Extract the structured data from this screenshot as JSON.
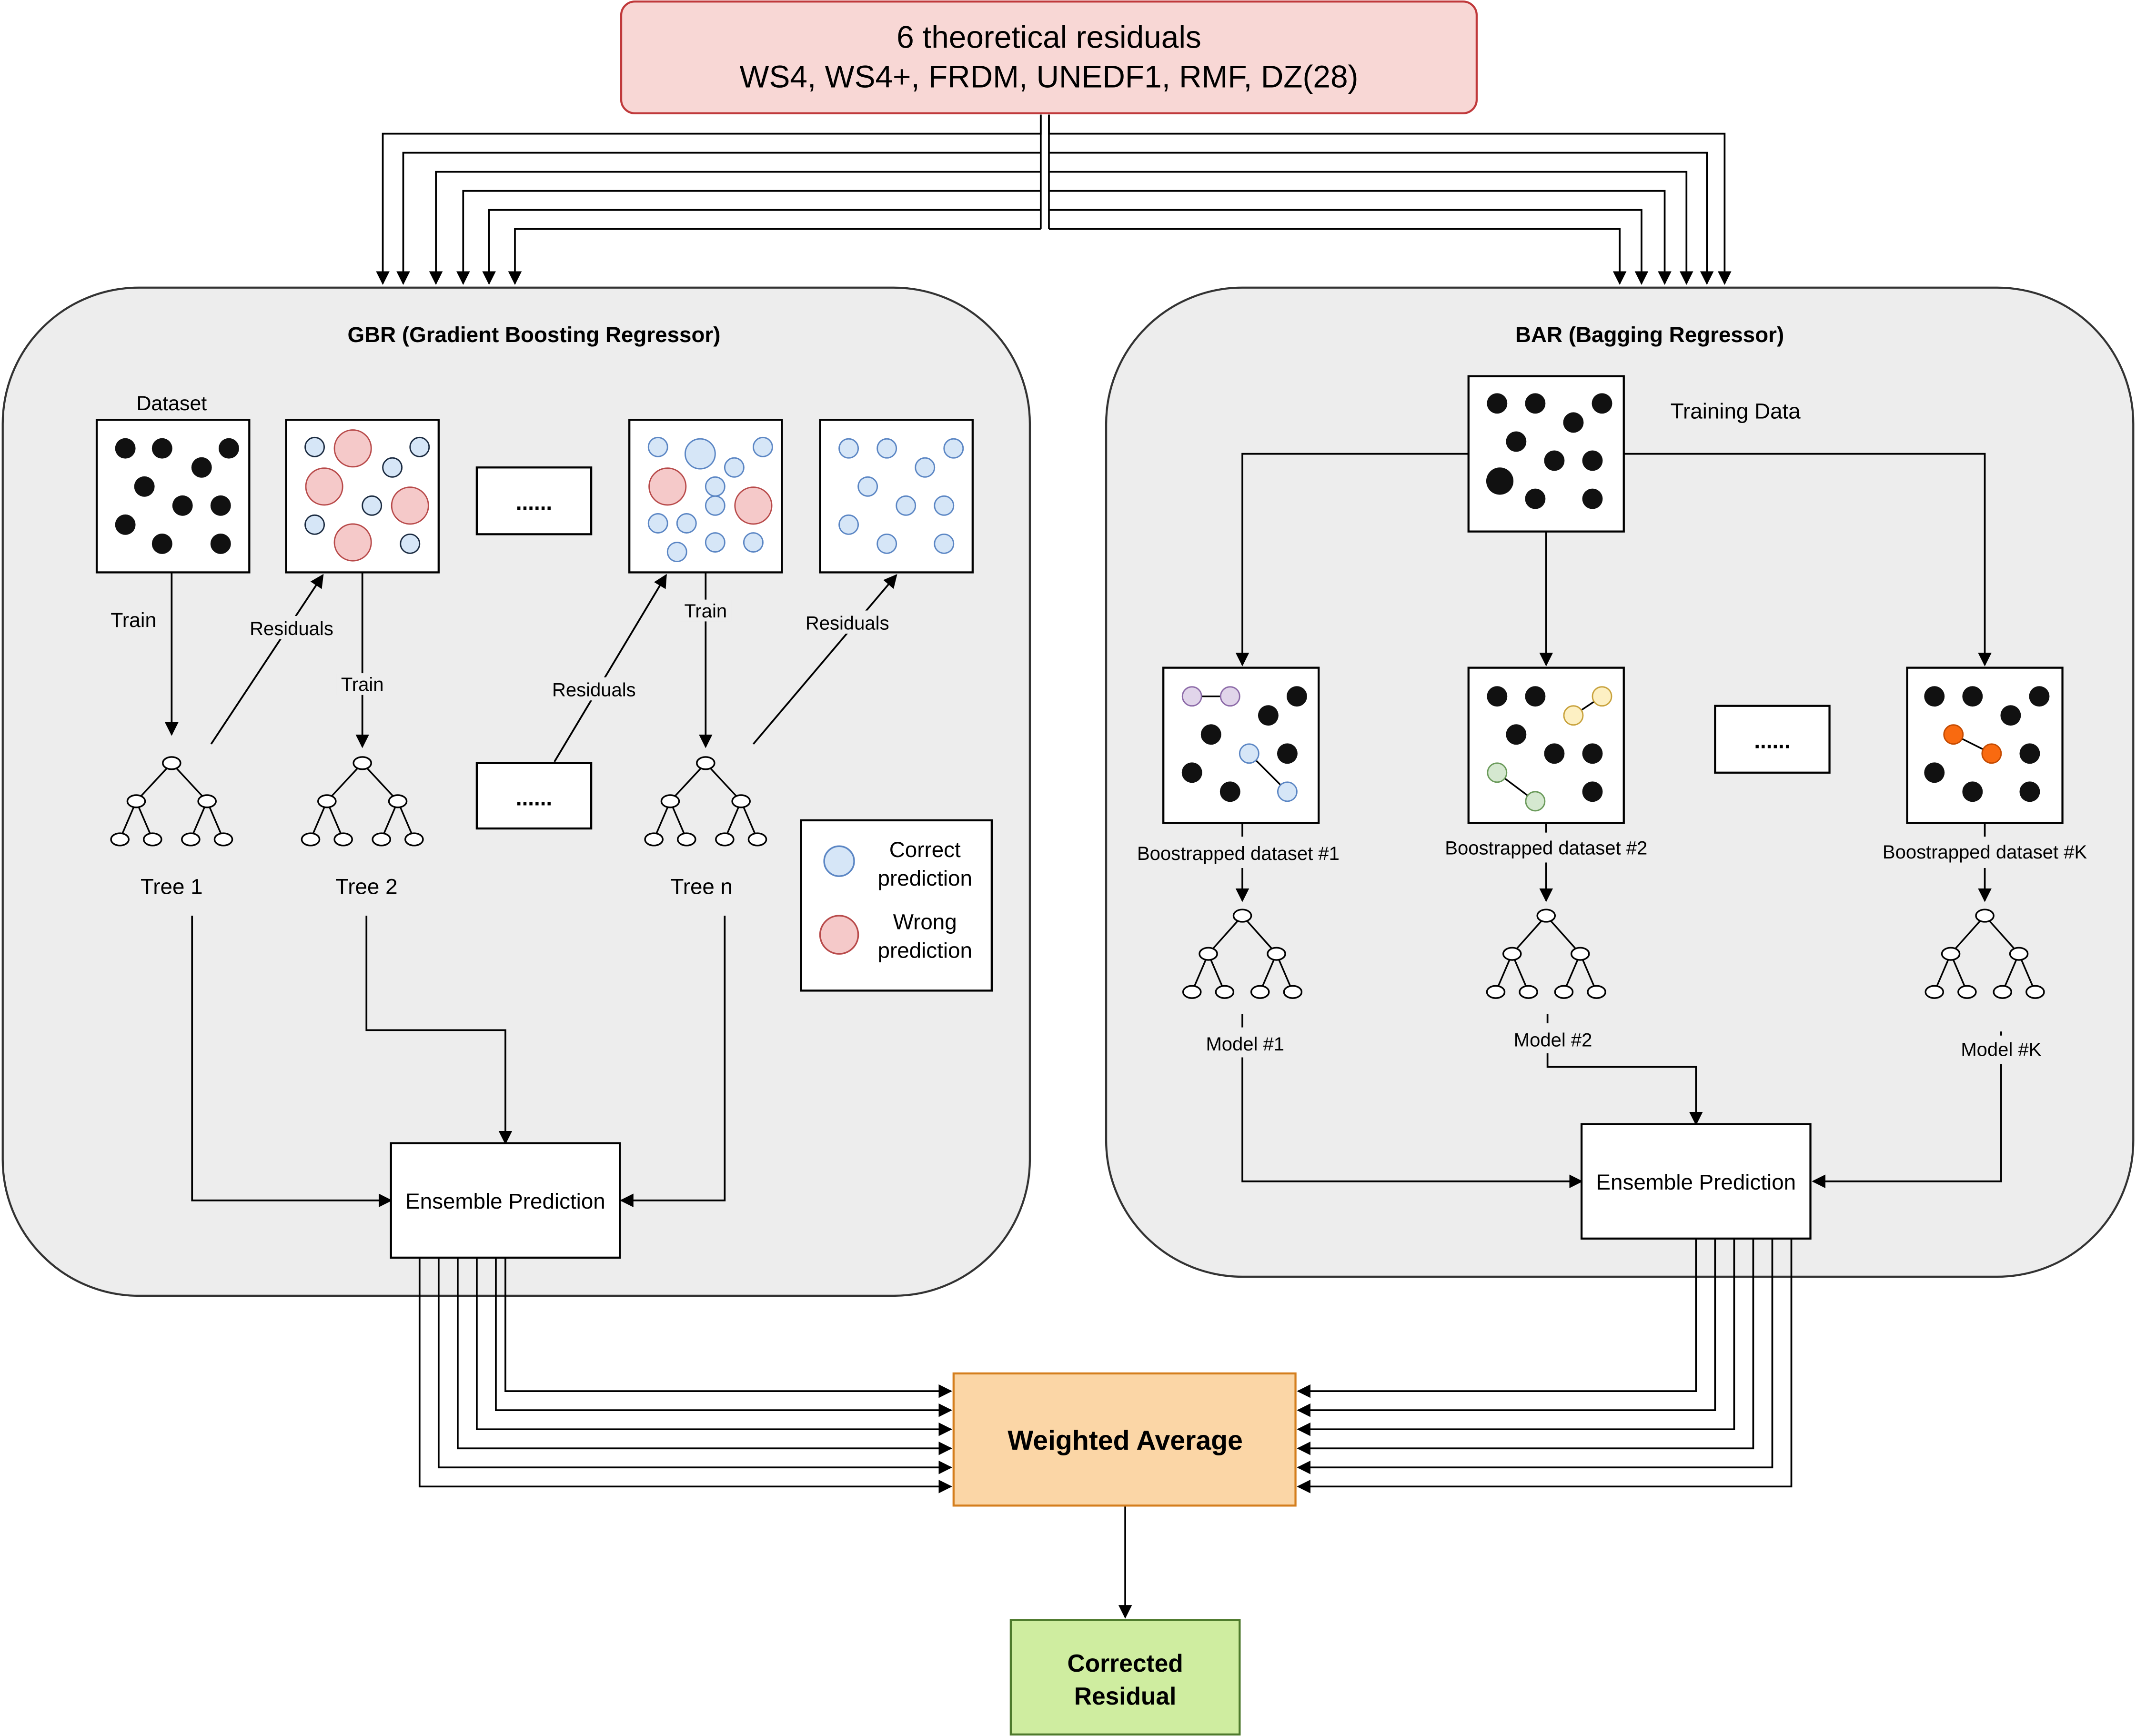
{
  "title_box": {
    "line1": "6 theoretical residuals",
    "line2": "WS4, WS4+, FRDM, UNEDF1, RMF, DZ(28)"
  },
  "gbr": {
    "title": "GBR (Gradient Boosting Regressor)",
    "dataset_label": "Dataset",
    "train_label": "Train",
    "residuals_label": "Residuals",
    "ellipsis": "......",
    "tree_labels": [
      "Tree 1",
      "Tree 2",
      "Tree n"
    ],
    "ensemble": "Ensemble Prediction",
    "legend": {
      "correct_line1": "Correct",
      "correct_line2": "prediction",
      "wrong_line1": "Wrong",
      "wrong_line2": "prediction"
    }
  },
  "bar": {
    "title": "BAR (Bagging Regressor)",
    "training_data": "Training Data",
    "datasets": [
      "Boostrapped dataset #1",
      "Boostrapped dataset #2",
      "Boostrapped dataset #K"
    ],
    "models": [
      "Model #1",
      "Model #2",
      "Model #K"
    ],
    "ellipsis": "......",
    "ensemble": "Ensemble Prediction"
  },
  "weighted_average": "Weighted Average",
  "corrected": {
    "line1": "Corrected",
    "line2": "Residual"
  },
  "colors": {
    "title_fill": "#f8d7d5",
    "title_stroke": "#c0393b",
    "panel_fill": "#ededed",
    "correct_fill": "#d6e6f7",
    "correct_stroke": "#5b86c4",
    "wrong_fill": "#f5c9c9",
    "wrong_stroke": "#b84a4a",
    "wa_fill": "#fbd6a6",
    "wa_stroke": "#d47e1d",
    "cr_fill": "#cfeda0",
    "cr_stroke": "#4e7a2c",
    "purple_fill": "#e1d5ea",
    "purple_stroke": "#8c6aa8",
    "yellow_fill": "#fdf0c3",
    "yellow_stroke": "#c8a23c",
    "green_fill": "#d5e8d0",
    "green_stroke": "#6a9a5a",
    "orange_fill": "#f96a10",
    "orange_stroke": "#c44a00"
  }
}
